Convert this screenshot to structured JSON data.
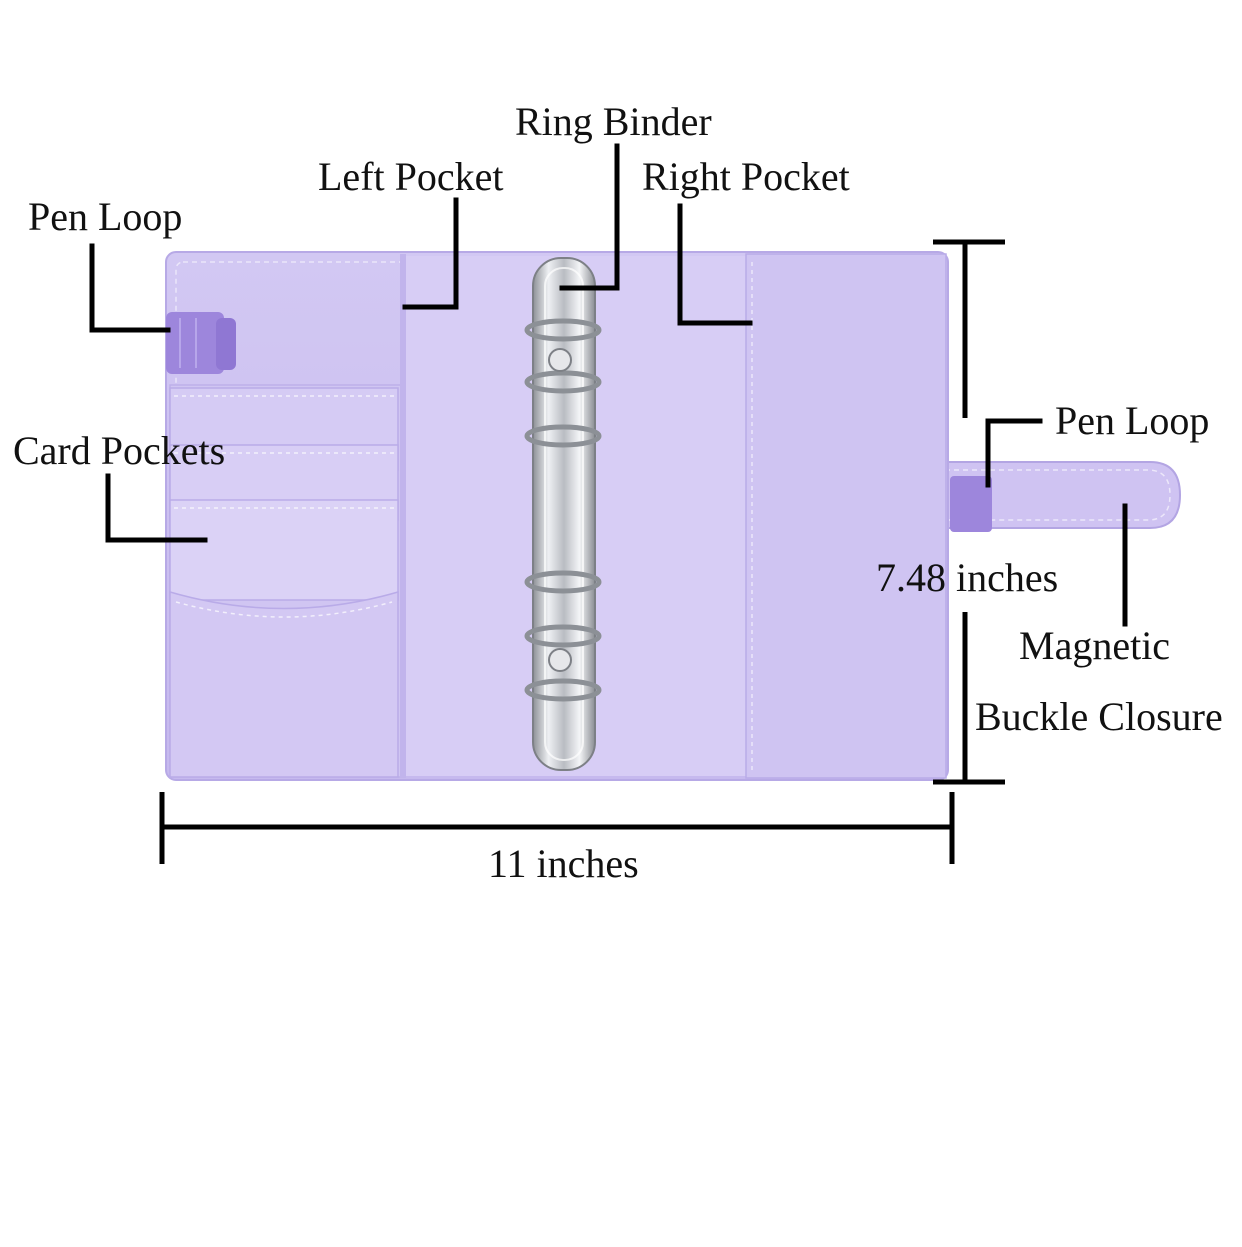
{
  "diagram": {
    "callouts": {
      "ring_binder": "Ring Binder",
      "left_pocket": "Left Pocket",
      "right_pocket": "Right Pocket",
      "pen_loop_left": "Pen Loop",
      "card_pockets": "Card Pockets",
      "pen_loop_right": "Pen Loop",
      "magnetic_line1": "Magnetic",
      "magnetic_line2": "Buckle Closure"
    },
    "dimensions": {
      "width": "11 inches",
      "height": "7.48 inches"
    },
    "colors": {
      "binder_cover": "#c9bdf0",
      "binder_inner": "#d4c9f3",
      "strap_band": "#9d86dc",
      "ring_metal": "#c9cbd0",
      "line": "#000000"
    }
  }
}
